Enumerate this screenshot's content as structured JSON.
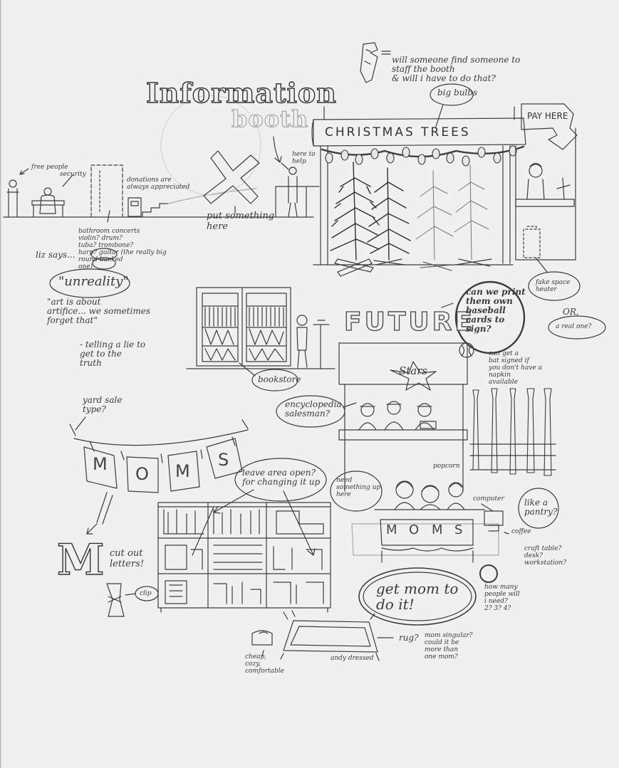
{
  "title": {
    "line1": "Information",
    "line2": "booth"
  },
  "signs": {
    "christmas_trees": "CHRISTMAS  TREES",
    "pay_here": "PAY HERE",
    "future": "FUTURE",
    "stars": "Stars",
    "moms_banner": [
      "M",
      "O",
      "M",
      "S"
    ],
    "moms_table": [
      "M",
      "O",
      "M",
      "S"
    ],
    "cutout_letter": "M"
  },
  "notes": {
    "mask": "will someone find someone to staff the booth\n& will i have to do that?",
    "big_bulbs": "big bulbs",
    "here_to_help": "here to\nhelp",
    "free_people": "free people",
    "security": "security",
    "donations": "donations are\nalways appreciated",
    "put_something": "put something\nhere",
    "bathroom": "bathroom concerts\nviolin? drum?\ntuba? trombone?\nharp? guitar (the really big\nround backed\none)",
    "liz_says": "liz says...",
    "unreality": "\"unreality\"",
    "artifice": "\"art is about\nartifice... we sometimes\nforget that\"",
    "telling_lie": "- telling a lie to\nget to the\ntruth",
    "fake_heater": "fake space\nheater",
    "or": "OR,",
    "real_one": "a real one?",
    "print_cards": "can we print\nthem own\nbaseball\ncards to\nsign?",
    "bookstore": "bookstore",
    "encyclopedia": "encyclopedia\nsalesman?",
    "signed_napkin": "can get a\nbat signed if\nyou don't have a\nnapkin\navailable",
    "yard_sale": "yard sale\ntype?",
    "leave_area": "leave area open?\nfor changing it up",
    "need_something": "need\nsomething up\nhere",
    "popcorn": "popcorn",
    "computer": "computer",
    "pantry": "like a\npantry?",
    "coffee": "coffee",
    "craft_table": "craft table?\ndesk?\nworkstation?",
    "cut_out": "cut out\nletters!",
    "clip": "clip",
    "get_mom": "get mom to\ndo it!",
    "how_many": "how many\npeople will\ni need?\n2? 3? 4?",
    "rug": "rug?",
    "mom_singular": "mom singular?\ncould it be\nmore than\none mom?",
    "cheap": "cheap,\ncozy,\ncomfortable",
    "andy": "andy dressed"
  }
}
